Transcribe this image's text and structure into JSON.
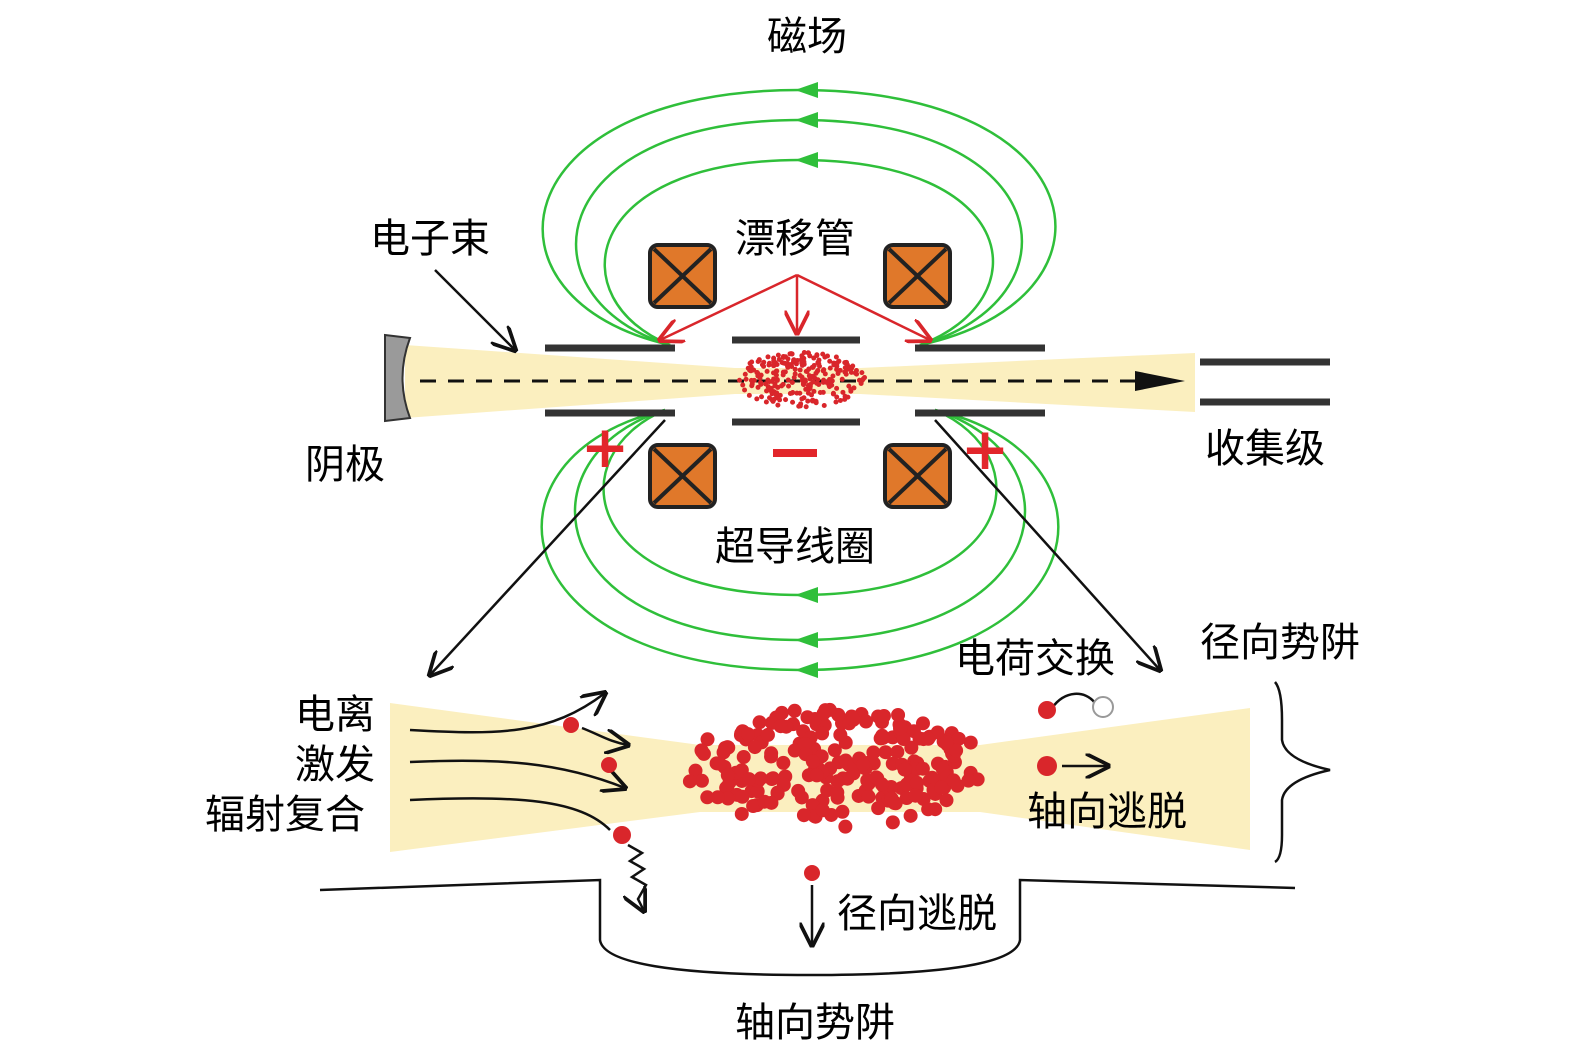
{
  "labels": {
    "magnetic_field": "磁场",
    "electron_beam": "电子束",
    "drift_tube": "漂移管",
    "cathode": "阴极",
    "collector": "收集级",
    "sc_coil": "超导线圈",
    "charge_exchange": "电荷交换",
    "radial_well": "径向势阱",
    "ionization": "电离",
    "excitation": "激发",
    "radiative_recombination": "辐射复合",
    "axial_escape": "轴向逃脱",
    "radial_escape": "径向逃脱",
    "axial_well": "轴向势阱",
    "plus": "+",
    "minus": "−"
  },
  "colors": {
    "field": "#2fbf3a",
    "coil": "#e0782a",
    "beam": "#fbefbf",
    "ion": "#d9262b"
  }
}
